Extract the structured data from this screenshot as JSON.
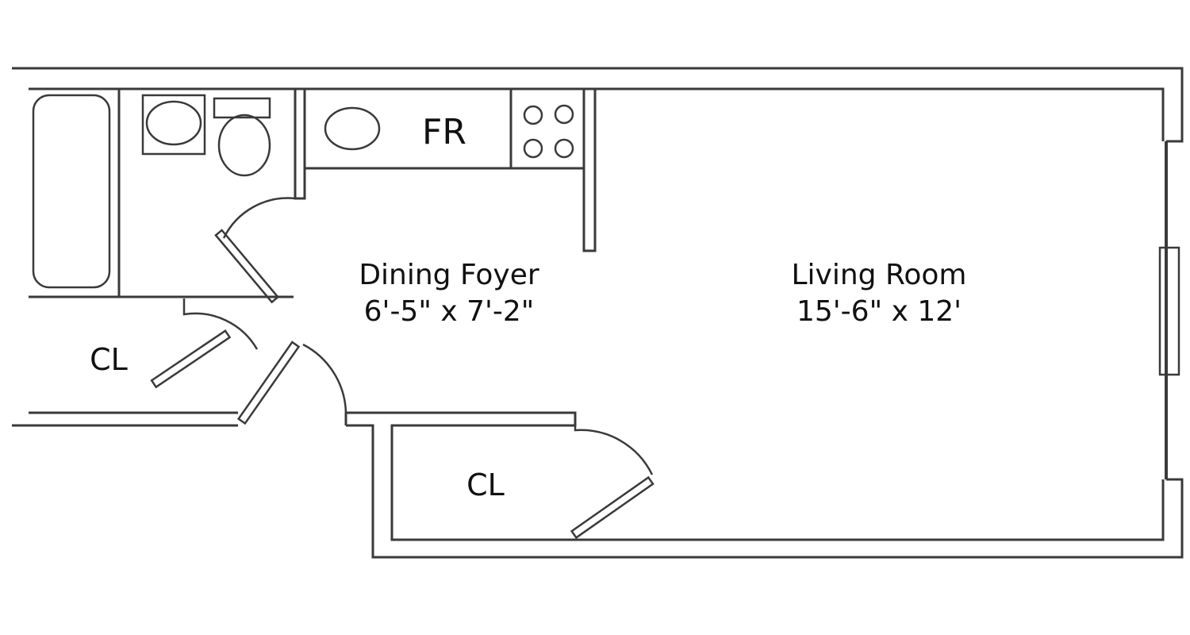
{
  "plan": {
    "rooms": [
      {
        "id": "dining",
        "name": "Dining Foyer",
        "dims": "6'-5\" x 7'-2\""
      },
      {
        "id": "living",
        "name": "Living Room",
        "dims": "15'-6\" x 12'"
      },
      {
        "id": "closet1",
        "name": "CL"
      },
      {
        "id": "closet2",
        "name": "CL"
      }
    ],
    "kitchen": {
      "fridge_label": "FR"
    },
    "colors": {
      "line": "#3a3a3a",
      "background": "#ffffff",
      "text": "#111111"
    }
  }
}
